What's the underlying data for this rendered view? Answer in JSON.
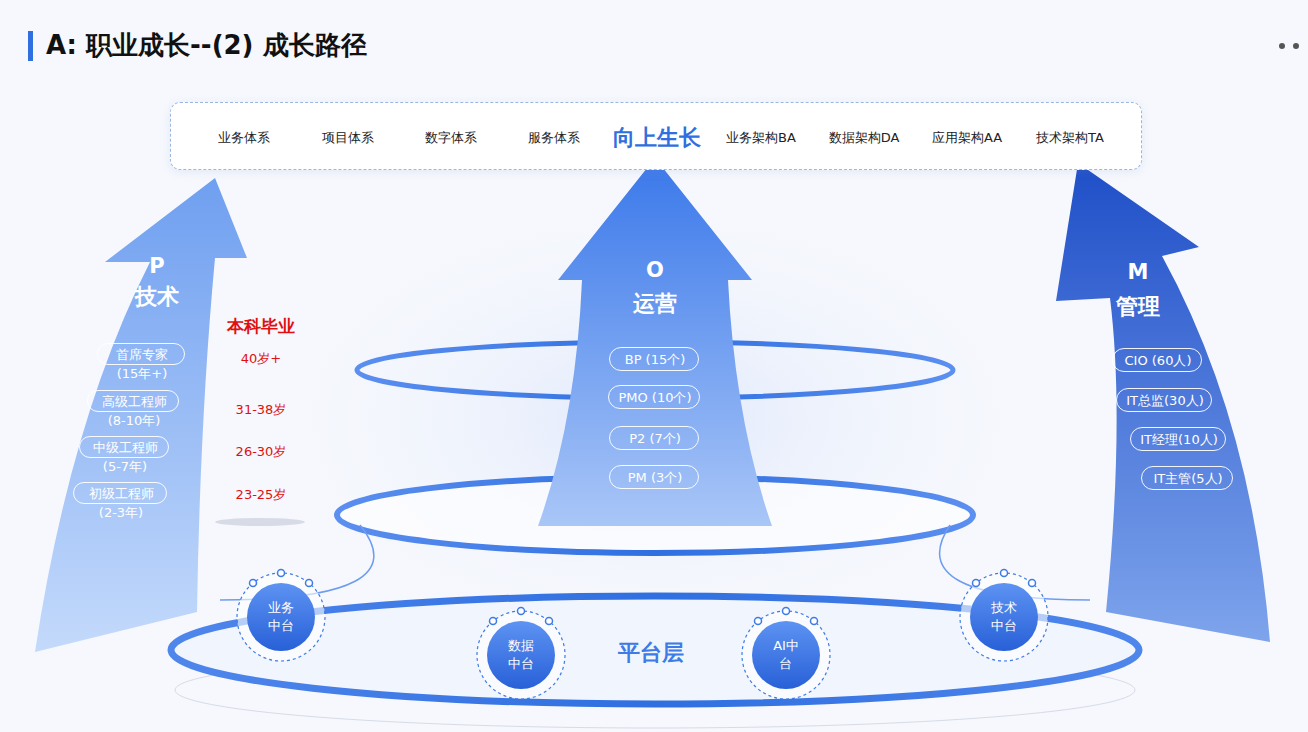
{
  "diagram": {
    "title": "A: 职业成长--(2) 成长路径",
    "nodes": [
      {
        "text": [
          "业务体系",
          "项目体系",
          "数字体系",
          "服务体系",
          "向上生长",
          "业务架构BA",
          "数据架构DA",
          "应用架构AA",
          "技术架构TA"
        ]
      },
      {
        "text": [
          "P",
          "技术"
        ]
      },
      {
        "text": [
          "首席专家",
          "(15年+)"
        ],
        "in": 1
      },
      {
        "text": [
          "高级工程师",
          "(8-10年)"
        ],
        "in": 1
      },
      {
        "text": [
          "中级工程师",
          "(5-7年)"
        ],
        "in": 1
      },
      {
        "text": [
          "初级工程师",
          "(2-3年)"
        ],
        "in": 1
      },
      {
        "text": [
          "O",
          "运营"
        ]
      },
      {
        "text": [
          "BP (15个)"
        ],
        "in": 6
      },
      {
        "text": [
          "PMO (10个)"
        ],
        "in": 6
      },
      {
        "text": [
          "P2 (7个)"
        ],
        "in": 6
      },
      {
        "text": [
          "PM (3个)"
        ],
        "in": 6
      },
      {
        "text": [
          "M",
          "管理"
        ]
      },
      {
        "text": [
          "CIO (60人)"
        ],
        "in": 11
      },
      {
        "text": [
          "IT总监(30人)"
        ],
        "in": 11
      },
      {
        "text": [
          "IT经理(10人)"
        ],
        "in": 11
      },
      {
        "text": [
          "IT主管(5人)"
        ],
        "in": 11
      },
      {
        "text": [
          "平台层"
        ]
      },
      {
        "text": [
          "业务中台"
        ],
        "in": 16
      },
      {
        "text": [
          "数据中台"
        ],
        "in": 16
      },
      {
        "text": [
          "AI中台"
        ],
        "in": 16
      },
      {
        "text": [
          "技术中台"
        ],
        "in": 16
      }
    ],
    "labels": [
      "本科毕业",
      "40岁+",
      "31-38岁",
      "26-30岁",
      "23-25岁"
    ]
  }
}
